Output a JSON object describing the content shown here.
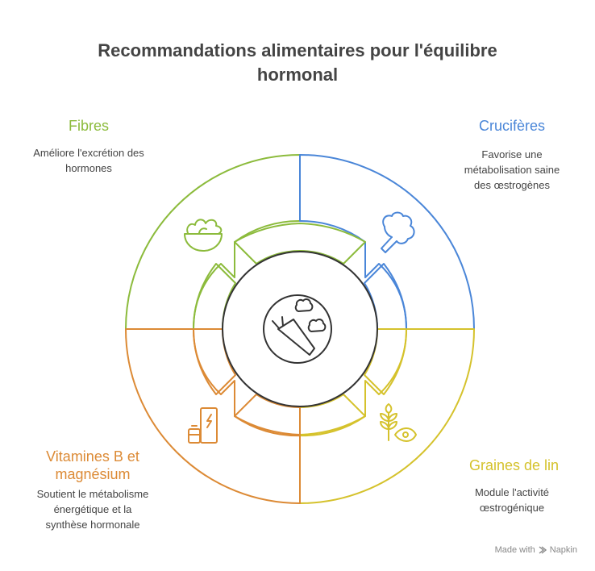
{
  "title": {
    "line1": "Recommandations alimentaires pour l'équilibre",
    "line2": "hormonal"
  },
  "segments": {
    "fibres": {
      "label": "Fibres",
      "desc_line1": "Améliore l'excrétion des",
      "desc_line2": "hormones",
      "color": "#8cbb3c",
      "icon": "salad-bowl-icon"
    },
    "cruciferes": {
      "label": "Crucifères",
      "desc_line1": "Favorise une",
      "desc_line2": "métabolisation saine",
      "desc_line3": "des œstrogènes",
      "color": "#4a86d8",
      "icon": "broccoli-icon"
    },
    "graines": {
      "label": "Graines de lin",
      "desc_line1": "Module l'activité",
      "desc_line2": "œstrogénique",
      "color": "#d5c22c",
      "icon": "wheat-eye-icon"
    },
    "vitamines": {
      "label_line1": "Vitamines B et",
      "label_line2": "magnésium",
      "desc_line1": "Soutient le métabolisme",
      "desc_line2": "énergétique et la",
      "desc_line3": "synthèse hormonale",
      "color": "#dc8a35",
      "icon": "battery-charging-icon"
    }
  },
  "center_icon": "carrot-broccoli-icon",
  "footer": {
    "made_with": "Made with",
    "brand": "Napkin"
  }
}
